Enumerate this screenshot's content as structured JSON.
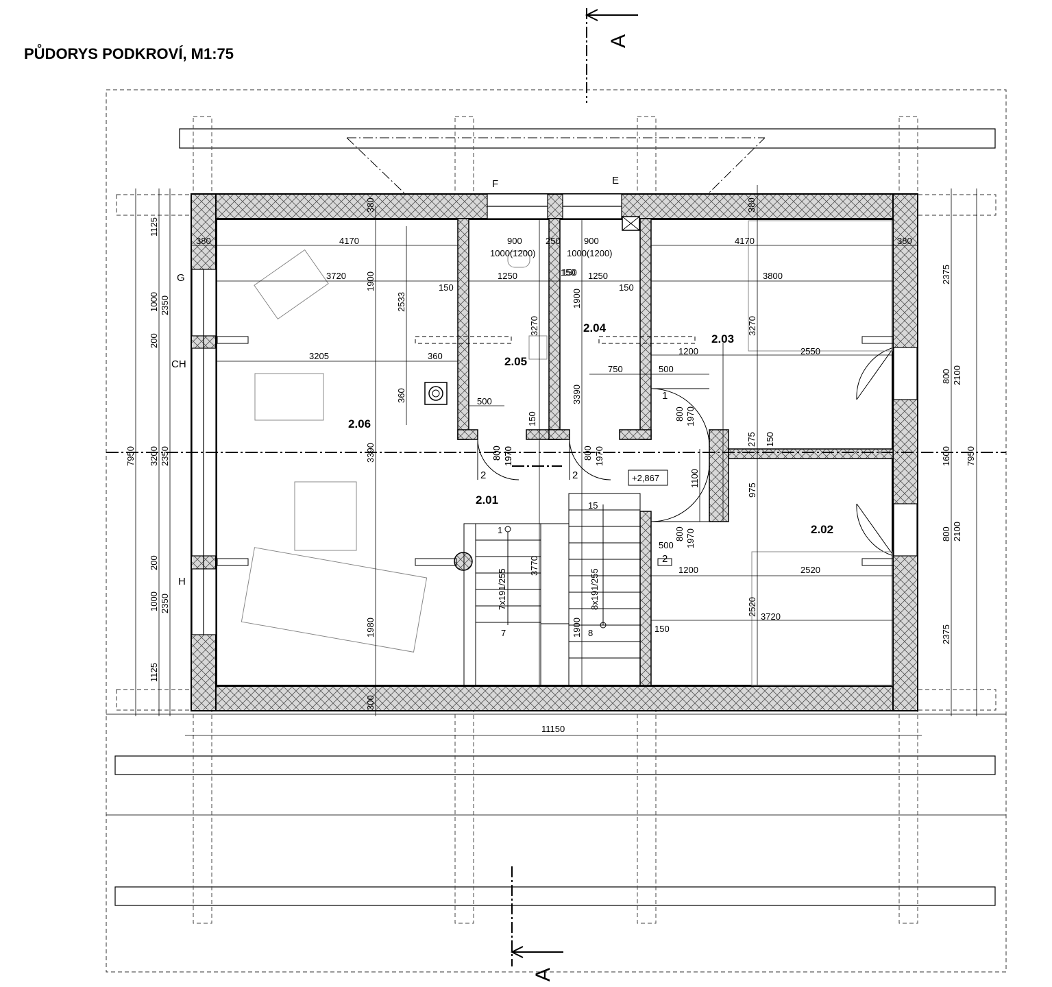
{
  "title": "PŮDORYS PODKROVÍ, M1:75",
  "section_marks": {
    "top": "A",
    "bottom": "A"
  },
  "level": "+2,867",
  "rooms": [
    "2.06",
    "2.05",
    "2.04",
    "2.03",
    "2.02",
    "2.01"
  ],
  "window_labels": [
    "F",
    "E",
    "G",
    "CH",
    "H"
  ],
  "stairs": {
    "left": "7x191/255",
    "right": "8x191/255",
    "step_first": "1",
    "step_mid": "7",
    "step_mid2": "8",
    "step_last": "15"
  },
  "door_swing_labels": [
    "1",
    "2",
    "2",
    "2"
  ],
  "dimensions": {
    "overall_width": "11150",
    "left_total": "7950",
    "right_total": "7950",
    "left": [
      "1125",
      "1000",
      "200",
      "3200",
      "200",
      "1000",
      "1125"
    ],
    "left_inner": [
      "2350",
      "2350",
      "2350"
    ],
    "right": [
      "2375",
      "800",
      "2100",
      "1600",
      "800",
      "2100",
      "2375"
    ],
    "room206": [
      "380",
      "4170",
      "3720",
      "3205",
      "360",
      "360",
      "1900",
      "2533",
      "3390",
      "1980",
      "380",
      "300"
    ],
    "bath205": [
      "900",
      "1000(1200)",
      "250",
      "1250",
      "150",
      "150",
      "3270",
      "500",
      "800",
      "1970",
      "150"
    ],
    "wc204": [
      "900",
      "1000(1200)",
      "150",
      "1250",
      "150",
      "1900",
      "3390",
      "750",
      "500",
      "800",
      "1970"
    ],
    "room203": [
      "380",
      "4170",
      "3800",
      "3270",
      "1200",
      "2550",
      "380",
      "800",
      "1970"
    ],
    "room202": [
      "2520",
      "2520",
      "3720",
      "1200",
      "500",
      "800",
      "1970",
      "150",
      "975"
    ],
    "hall201": [
      "800",
      "1970",
      "800",
      "1970",
      "1100",
      "275",
      "150",
      "3770",
      "1900"
    ]
  }
}
